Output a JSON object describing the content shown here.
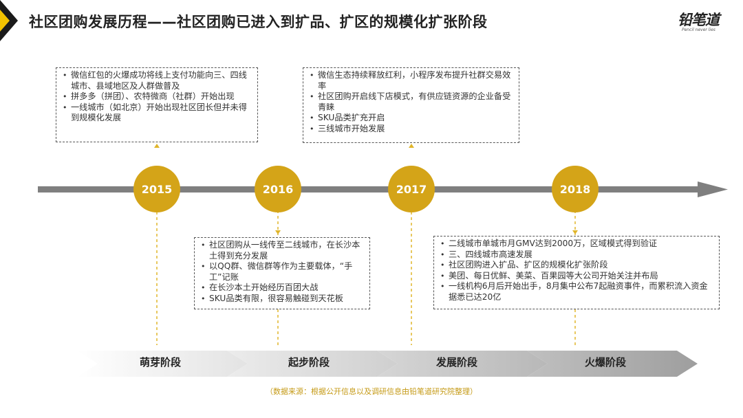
{
  "header": {
    "title": "社区团购发展历程——社区团购已进入到扩品、扩区的规模化扩张阶段",
    "logo_text": "铅笔道",
    "logo_tagline": "Pencil never lies"
  },
  "colors": {
    "accent_gold": "#d4a418",
    "timeline_gray": "#7f7f7f",
    "corner_black": "#1a1a1a",
    "corner_yellow": "#f2c200"
  },
  "timeline": {
    "years": [
      "2015",
      "2016",
      "2017",
      "2018"
    ]
  },
  "notes": {
    "y2015": [
      "微信红包的火爆成功将线上支付功能向三、四线城市、县域地区及人群做普及",
      "拼多多（拼团）、农特微商（社群）开始出现",
      "一线城市（如北京）开始出现社区团长但并未得到规模化发展"
    ],
    "y2016": [
      "社区团购从一线传至二线城市，在长沙本土得到充分发展",
      "以QQ群、微信群等作为主要载体，“手工”记账",
      "在长沙本土开始经历百团大战",
      "SKU品类有限，很容易触碰到天花板"
    ],
    "y2017": [
      "微信生态持续释放红利，小程序发布提升社群交易效率",
      "社区团购开启线下店模式，有供应链资源的企业备受青睐",
      "SKU品类扩充开启",
      "三线城市开始发展"
    ],
    "y2018": [
      "二线城市单城市月GMV达到2000万，区域模式得到验证",
      "三、四线城市高速发展",
      "社区团购进入扩品、扩区的规模化扩张阶段",
      "美团、每日优鲜、美菜、百果园等大公司开始关注并布局",
      "一线机构6月后开始出手，8月集中公布7起融资事件，而累积流入资金据悉已达20亿"
    ]
  },
  "stages": [
    "萌芽阶段",
    "起步阶段",
    "发展阶段",
    "火爆阶段"
  ],
  "footer": {
    "source": "（数据来源：根据公开信息以及调研信息由铅笔道研究院整理）"
  }
}
